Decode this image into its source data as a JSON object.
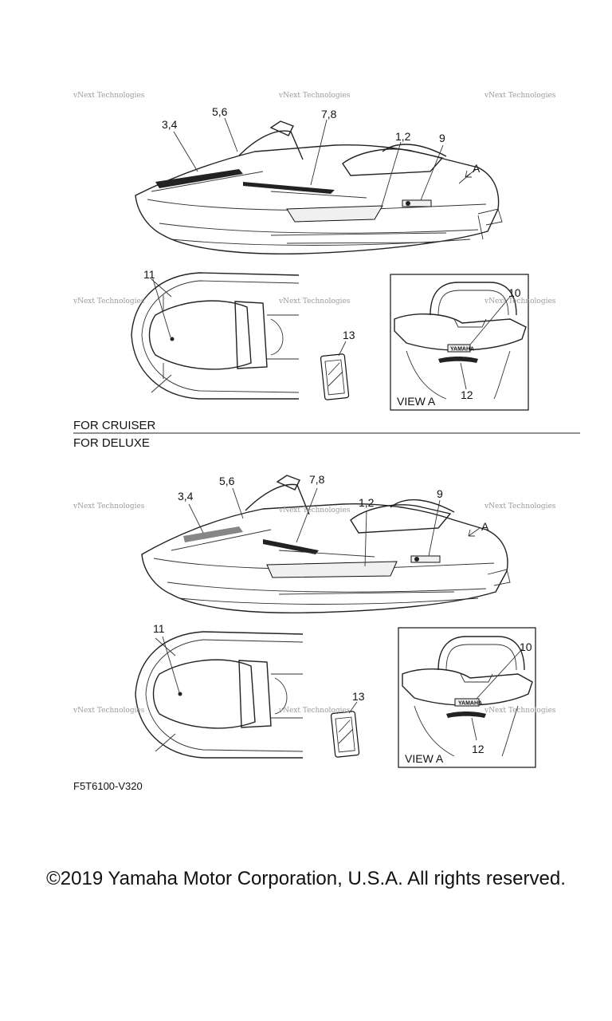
{
  "labels": {
    "top": {
      "c34": "3,4",
      "c56": "5,6",
      "c78": "7,8",
      "c12": "1,2",
      "c9": "9",
      "cA": "A",
      "c11": "11",
      "c13": "13",
      "c10": "10",
      "c12b": "12",
      "view": "VIEW A"
    },
    "bottom": {
      "c34": "3,4",
      "c56": "5,6",
      "c78": "7,8",
      "c12": "1,2",
      "c9": "9",
      "cA": "A",
      "c11": "11",
      "c13": "13",
      "c10": "10",
      "c12b": "12",
      "view": "VIEW A"
    }
  },
  "captions": {
    "cruiser": "FOR CRUISER",
    "deluxe": "FOR DELUXE"
  },
  "decal_text": {
    "brand": "YAMAHA"
  },
  "part_code": "F5T6100-V320",
  "watermark": "vNext Technologies",
  "copyright": "©2019 Yamaha Motor Corporation, U.S.A. All rights reserved."
}
